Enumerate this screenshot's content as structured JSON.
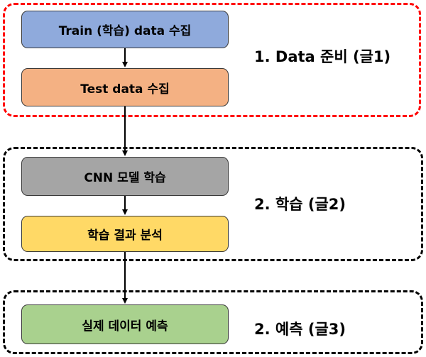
{
  "groups": [
    {
      "label": "1. Data 준비 (글1)",
      "border_color": "#ff0000"
    },
    {
      "label": "2. 학습 (글2)",
      "border_color": "#000000"
    },
    {
      "label": "2. 예측 (글3)",
      "border_color": "#000000"
    }
  ],
  "steps": [
    {
      "label": "Train (학습) data 수집",
      "color": "#8faadc"
    },
    {
      "label": "Test data 수집",
      "color": "#f4b183"
    },
    {
      "label": "CNN 모델 학습",
      "color": "#a5a5a5"
    },
    {
      "label": "학습 결과 분석",
      "color": "#ffd966"
    },
    {
      "label": "실제 데이터 예측",
      "color": "#a9d18e"
    }
  ]
}
